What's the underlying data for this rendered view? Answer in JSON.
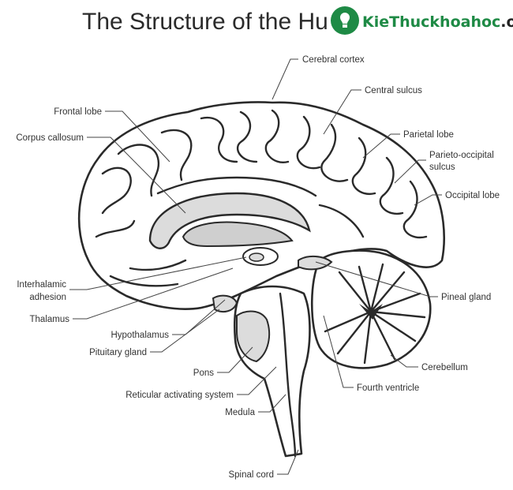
{
  "title": "The Structure of the Hu",
  "watermark": {
    "part1": "Kie",
    "part2": "Thuc",
    "part3": "khoahoc",
    "part4": ".org",
    "colors": {
      "green": "#1e8a45",
      "dark": "#222222"
    }
  },
  "labels": {
    "cerebral_cortex": "Cerebral cortex",
    "central_sulcus": "Central sulcus",
    "frontal_lobe": "Frontal lobe",
    "corpus_callosum": "Corpus callosum",
    "parietal_lobe": "Parietal lobe",
    "parieto_occipital_1": "Parieto-occipital",
    "parieto_occipital_2": "sulcus",
    "occipital_lobe": "Occipital lobe",
    "interhalamic_1": "Interhalamic",
    "interhalamic_2": "adhesion",
    "pineal_gland": "Pineal gland",
    "thalamus": "Thalamus",
    "hypothalamus": "Hypothalamus",
    "pituitary_gland": "Pituitary gland",
    "cerebellum": "Cerebellum",
    "pons": "Pons",
    "fourth_ventricle": "Fourth ventricle",
    "reticular_activating_system": "Reticular activating system",
    "medula": "Medula",
    "spinal_cord": "Spinal cord"
  },
  "colors": {
    "tissue": "#ffffff",
    "shade": "#d9d9d9",
    "outline": "#2a2a2a",
    "text": "#333333"
  }
}
